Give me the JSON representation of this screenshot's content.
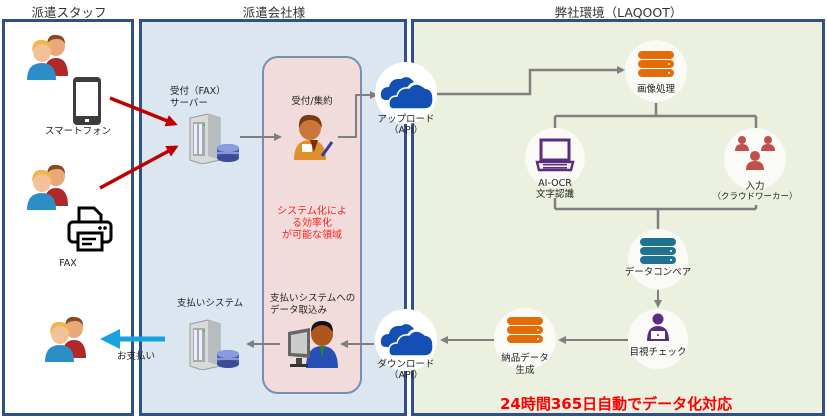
{
  "columns": {
    "staff": "派遣スタッフ",
    "company": "派遣会社様",
    "ours": "弊社環境（LAQOOT）"
  },
  "staff": {
    "smartphone_label": "スマートフォン",
    "fax_label": "FAX",
    "payment_label": "お支払い"
  },
  "company": {
    "fax_server_label_1": "受付（FAX）",
    "fax_server_label_2": "サーバー",
    "reception_label": "受付/集約",
    "automation_note_1": "システム化によ",
    "automation_note_2": "る効率化",
    "automation_note_3": "が可能な領域",
    "payment_system_label": "支払いシステム",
    "import_label_1": "支払いシステムへの",
    "import_label_2": "データ取込み"
  },
  "ours": {
    "upload_label_1": "アップロード",
    "upload_label_2": "（API）",
    "image_processing": "画像処理",
    "ocr_label_1": "AI-OCR",
    "ocr_label_2": "文字認識",
    "input_label_1": "入力",
    "input_label_2": "（クラウドワーカー）",
    "data_compare": "データコンペア",
    "visual_check": "目視チェック",
    "delivery_label_1": "納品データ",
    "delivery_label_2": "生成",
    "download_label_1": "ダウンロード",
    "download_label_2": "（API）",
    "tagline": "24時間365日自動でデータ化対応"
  },
  "colors": {
    "panel_border": "#2f5183",
    "company_bg": "#dce6f1",
    "ours_bg": "#ebf1de",
    "zone_bg": "#f2dcdb",
    "red_arrow": "#c00000",
    "blue_arrow": "#17a2e0",
    "tagline": "#ff0000",
    "cloud": "#1450b4",
    "orange_db": "#e36c09",
    "teal_db": "#1f7391",
    "purple": "#5a2d82",
    "worker_red": "#c0504d"
  }
}
